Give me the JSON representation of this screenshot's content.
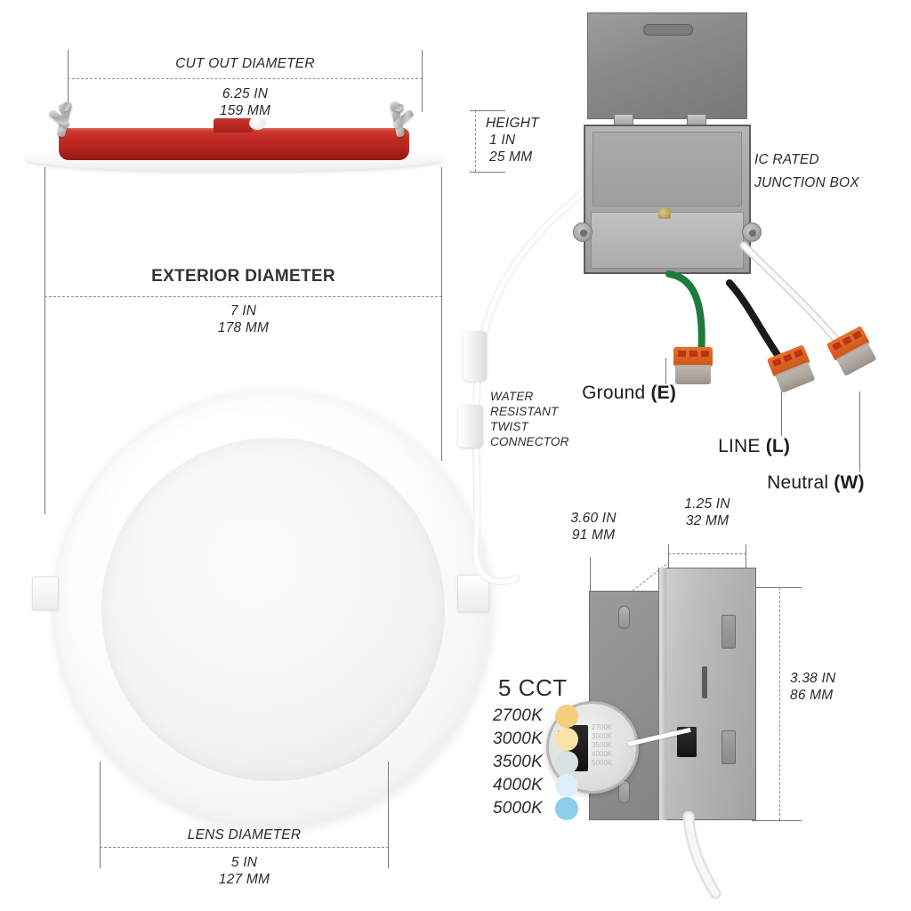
{
  "product": {
    "type": "LED recessed downlight / slim panel light spec diagram"
  },
  "dimensions": {
    "cut_out": {
      "label": "CUT OUT DIAMETER",
      "inches": "6.25 IN",
      "mm": "159 MM"
    },
    "height": {
      "label": "HEIGHT",
      "inches": "1 IN",
      "mm": "25 MM"
    },
    "exterior": {
      "label": "EXTERIOR DIAMETER",
      "inches": "7 IN",
      "mm": "178 MM"
    },
    "lens": {
      "label": "LENS DIAMETER",
      "inches": "5 IN",
      "mm": "127 MM"
    },
    "jbox_depth": {
      "inches": "3.60 IN",
      "mm": "91 MM"
    },
    "jbox_width": {
      "inches": "1.25 IN",
      "mm": "32 MM"
    },
    "jbox_height": {
      "inches": "3.38 IN",
      "mm": "86 MM"
    }
  },
  "callouts": {
    "junction_box": {
      "line1": "IC RATED",
      "line2": "JUNCTION BOX"
    },
    "twist_connector": {
      "line1": "WATER",
      "line2": "RESISTANT",
      "line3": "TWIST",
      "line4": "CONNECTOR"
    }
  },
  "wiring": [
    {
      "name": "Ground",
      "code": "(E)",
      "wire_color": "#1f7a3d"
    },
    {
      "name": "LINE",
      "code": "(L)",
      "wire_color": "#1a1a1a"
    },
    {
      "name": "Neutral",
      "code": "(W)",
      "wire_color": "#e9e9e9"
    }
  ],
  "cct": {
    "title": "5 CCT",
    "options": [
      {
        "label": "2700K",
        "color": "#f6cf7d"
      },
      {
        "label": "3000K",
        "color": "#fae2a8"
      },
      {
        "label": "3500K",
        "color": "#d8e2e4"
      },
      {
        "label": "4000K",
        "color": "#dcf0fb"
      },
      {
        "label": "5000K",
        "color": "#8ecdec"
      }
    ],
    "magnifier_text": "2700K\n3000K\n3500K\n4000K\n5000K"
  },
  "colors": {
    "housing_red": "#c02a22",
    "metal_grey": "#a6a6a6",
    "connector_orange": "#d9601f",
    "rule_grey": "#7a7a7a",
    "text": "#2b2b2b"
  }
}
